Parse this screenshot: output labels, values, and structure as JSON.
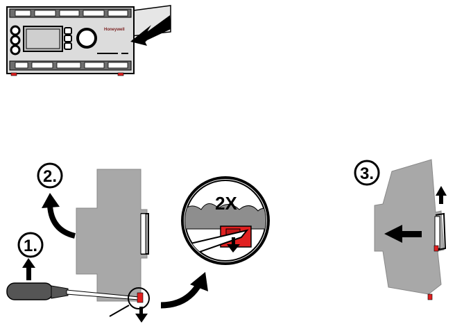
{
  "device": {
    "brand": "Honeywell"
  },
  "steps": {
    "step1": "1.",
    "step2": "2.",
    "step3": "3."
  },
  "detail": {
    "repeat": "2X"
  },
  "colors": {
    "housing": "#a8a8a8",
    "housing_dark": "#8e8e8e",
    "clip_red": "#e02020",
    "outline": "#000000",
    "handle": "#555555"
  }
}
